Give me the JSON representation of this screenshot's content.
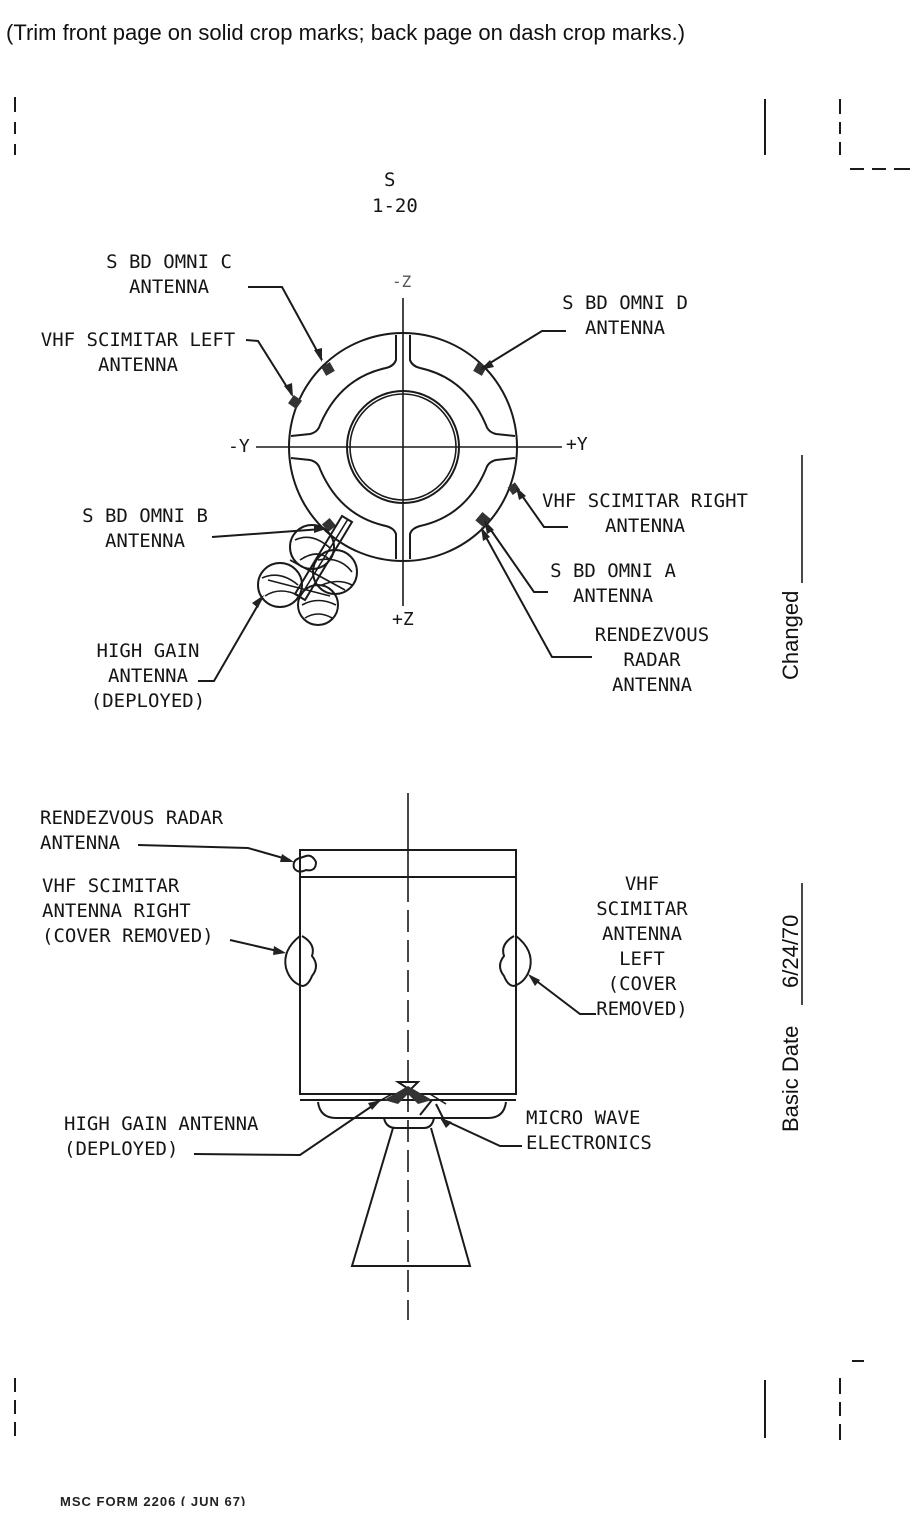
{
  "header": {
    "trim_instruction": "(Trim front page on solid crop marks; back page on dash crop marks.)",
    "page_section": "S",
    "page_number": "1-20"
  },
  "end_view": {
    "axes": {
      "top": "-Z",
      "bottom": "+Z",
      "left": "-Y",
      "right": "+Y"
    },
    "labels": {
      "omni_c": [
        "S BD OMNI C",
        "ANTENNA"
      ],
      "vhf_left": [
        "VHF SCIMITAR LEFT",
        "ANTENNA"
      ],
      "omni_d": [
        "S BD OMNI D",
        "ANTENNA"
      ],
      "vhf_right": [
        "VHF SCIMITAR RIGHT",
        "ANTENNA"
      ],
      "omni_b": [
        "S BD OMNI B",
        "ANTENNA"
      ],
      "omni_a": [
        "S BD OMNI A",
        "ANTENNA"
      ],
      "high_gain": [
        "HIGH GAIN",
        "ANTENNA",
        "(DEPLOYED)"
      ],
      "rendezvous": [
        "RENDEZVOUS",
        "RADAR",
        "ANTENNA"
      ]
    }
  },
  "side_view": {
    "labels": {
      "rendezvous": [
        "RENDEZVOUS RADAR",
        "ANTENNA"
      ],
      "vhf_right": [
        "VHF SCIMITAR",
        "ANTENNA RIGHT",
        "(COVER REMOVED)"
      ],
      "vhf_left": [
        "VHF",
        "SCIMITAR",
        "ANTENNA",
        "LEFT",
        "(COVER",
        "REMOVED)"
      ],
      "high_gain": [
        "HIGH GAIN ANTENNA",
        "(DEPLOYED)"
      ],
      "microwave": [
        "MICRO WAVE",
        "ELECTRONICS"
      ]
    }
  },
  "margin": {
    "changed_label": "Changed",
    "basic_date_label": "Basic Date",
    "basic_date_value": "6/24/70"
  },
  "footer": {
    "form_id": "MSC FORM 2206 ( JUN 67)"
  }
}
